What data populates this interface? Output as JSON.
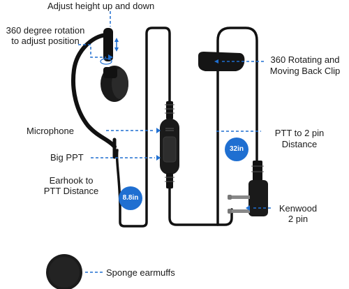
{
  "labels": {
    "adjust_height": "Adjust height up and down",
    "rotation_line1": "360 degree rotation",
    "rotation_line2": "to adjust position",
    "clip_line1": "360 Rotating and",
    "clip_line2": "Moving Back Clip",
    "microphone": "Microphone",
    "ptt_distance_line1": "PTT to 2 pin",
    "ptt_distance_line2": "Distance",
    "big_ppt": "Big PPT",
    "earhook_line1": "Earhook to",
    "earhook_line2": "PTT Distance",
    "kenwood_line1": "Kenwood",
    "kenwood_line2": "2 pin",
    "sponge": "Sponge earmuffs"
  },
  "badges": {
    "earhook_length": "8.8in",
    "ptt_length": "32in"
  },
  "colors": {
    "accent": "#1f6fd1",
    "cable": "#111111",
    "text": "#1a1a1a"
  }
}
